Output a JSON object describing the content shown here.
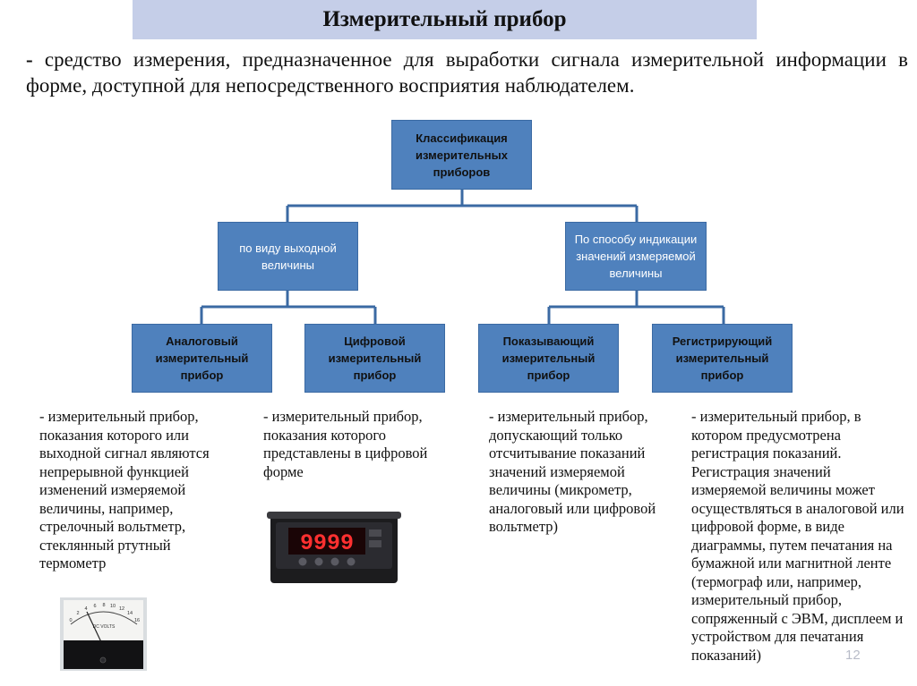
{
  "title": "Измерительный прибор",
  "definition": {
    "dash": "-",
    "text": "средство измерения, предназначенное  для выработки сигнала измерительной информации в форме, доступной для непосредственного восприятия наблюдателем."
  },
  "diagram": {
    "root": "Классификация измерительных приборов",
    "branch_left": "по виду выходной величины",
    "branch_right": "По способу индикации значений измеряемой величины",
    "leaf_analog": "Аналоговый измерительный прибор",
    "leaf_digital": "Цифровой измерительный прибор",
    "leaf_indicating": "Показывающий измерительный прибор",
    "leaf_recording": "Регистрирующий измерительный прибор"
  },
  "descriptions": {
    "analog": "- измерительный прибор, показания которого или выходной сигнал являются непрерывной функцией изменений измеряемой величины, например, стрелочный вольтметр, стеклянный ртутный термометр",
    "digital": "- измерительный прибор, показания которого представлены в цифровой форме",
    "indicating": "- измерительный прибор, допускающий только отсчитывание показаний значений измеряемой величины (микрометр, аналоговый или цифровой вольтметр)",
    "recording": "- измерительный прибор, в котором предусмотрена регистрация показаний. Регистрация значений измеряемой величины может осуществляться в аналоговой или цифровой форме, в виде диаграммы, путем печатания на бумажной или магнитной ленте (термограф или, например, измерительный прибор, сопряженный с ЭВМ, дисплеем и устройством для печатания показаний)"
  },
  "devices": {
    "digital_display": "9999",
    "analog_label": "DC VOLTS",
    "analog_scale": [
      "0",
      "2",
      "4",
      "6",
      "8",
      "10",
      "12",
      "14",
      "16"
    ]
  },
  "page_number": "12",
  "colors": {
    "box_fill": "#4f81bd",
    "title_band": "#c5cee8",
    "connector": "#3b6aa3"
  }
}
